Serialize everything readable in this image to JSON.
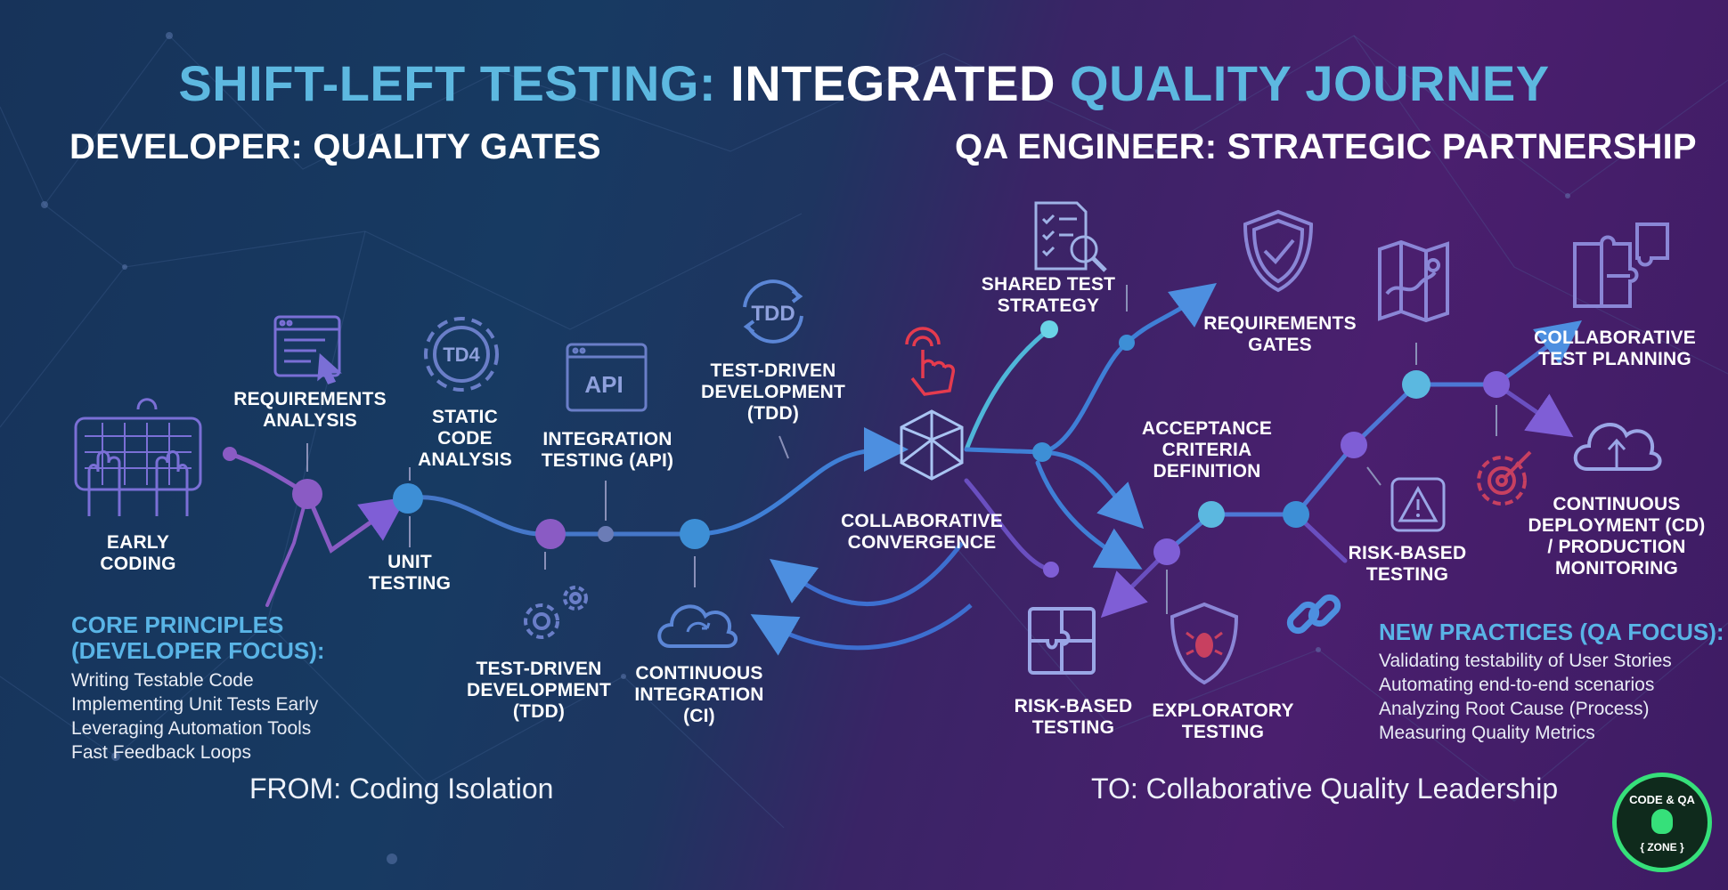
{
  "title": {
    "part1": "SHIFT-LEFT TESTING:",
    "part2": "INTEGRATED",
    "part3": "QUALITY JOURNEY"
  },
  "developer_heading": "DEVELOPER: QUALITY GATES",
  "qa_heading": "QA ENGINEER: STRATEGIC PARTNERSHIP",
  "nodes": {
    "early_coding": "EARLY\nCODING",
    "requirements_analysis": "REQUIREMENTS\nANALYSIS",
    "unit_testing": "UNIT\nTESTING",
    "static_code_analysis": "STATIC\nCODE\nANALYSIS",
    "tdd_bottom": "TEST-DRIVEN\nDEVELOPMENT\n(TDD)",
    "integration_testing": "INTEGRATION\nTESTING (API)",
    "continuous_integration": "CONTINUOUS\nINTEGRATION\n(CI)",
    "tdd_top": "TEST-DRIVEN\nDEVELOPMENT\n(TDD)",
    "collaborative_convergence": "COLLABORATIVE\nCONVERGENCE",
    "shared_test_strategy": "SHARED TEST\nSTRATEGY",
    "requirements_gates": "REQUIREMENTS\nGATES",
    "acceptance_criteria": "ACCEPTANCE\nCRITERIA\nDEFINITION",
    "risk_based_testing_left": "RISK-BASED\nTESTING",
    "exploratory_testing": "EXPLORATORY\nTESTING",
    "risk_based_testing_right": "RISK-BASED\nTESTING",
    "collaborative_test_planning": "COLLABORATIVE\nTEST PLANNING",
    "continuous_deployment": "CONTINUOUS\nDEPLOYMENT (CD)\n/ PRODUCTION\nMONITORING"
  },
  "icon_text": {
    "tdd_badge": "TDD",
    "gear_badge": "TD4",
    "api_window": "API"
  },
  "core_principles": {
    "heading": "CORE PRINCIPLES\n(DEVELOPER FOCUS):",
    "items": [
      "Writing Testable Code",
      "Implementing Unit Tests Early",
      "Leveraging Automation Tools",
      "Fast Feedback Loops"
    ]
  },
  "new_practices": {
    "heading": "NEW PRACTICES (QA FOCUS):",
    "items": [
      "Validating testability of User Stories",
      "Automating end-to-end scenarios",
      "Analyzing Root Cause (Process)",
      "Measuring Quality Metrics"
    ]
  },
  "footer_from": "FROM: Coding Isolation",
  "footer_to": "TO: Collaborative Quality Leadership",
  "badge": {
    "top": "CODE & QA",
    "bottom": "{ ZONE }"
  },
  "colors": {
    "accent_blue": "#5db8e0",
    "node_blue": "#3d8fd6",
    "node_purple": "#8a5bc4",
    "badge_green": "#36e07a"
  }
}
